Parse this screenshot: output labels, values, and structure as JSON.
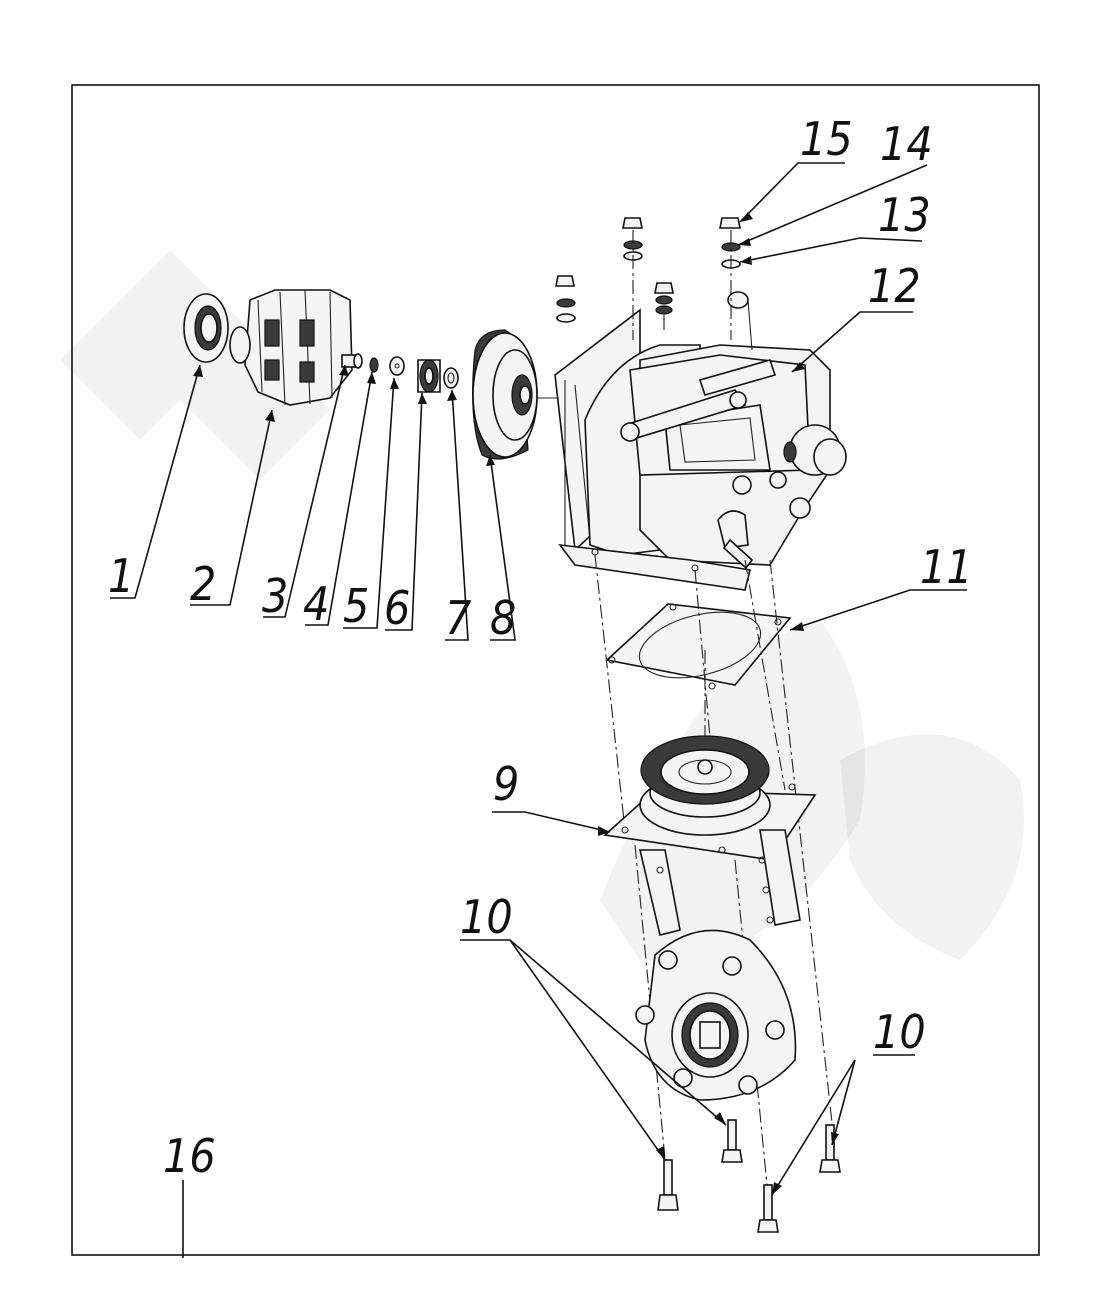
{
  "diagram": {
    "callouts": [
      {
        "id": "1",
        "label": "1"
      },
      {
        "id": "2",
        "label": "2"
      },
      {
        "id": "3",
        "label": "3"
      },
      {
        "id": "4",
        "label": "4"
      },
      {
        "id": "5",
        "label": "5"
      },
      {
        "id": "6",
        "label": "6"
      },
      {
        "id": "7",
        "label": "7"
      },
      {
        "id": "8",
        "label": "8"
      },
      {
        "id": "9",
        "label": "9"
      },
      {
        "id": "10a",
        "label": "10"
      },
      {
        "id": "10b",
        "label": "10"
      },
      {
        "id": "11",
        "label": "11"
      },
      {
        "id": "12",
        "label": "12"
      },
      {
        "id": "13",
        "label": "13"
      },
      {
        "id": "14",
        "label": "14"
      },
      {
        "id": "15",
        "label": "15"
      },
      {
        "id": "16",
        "label": "16"
      }
    ]
  }
}
